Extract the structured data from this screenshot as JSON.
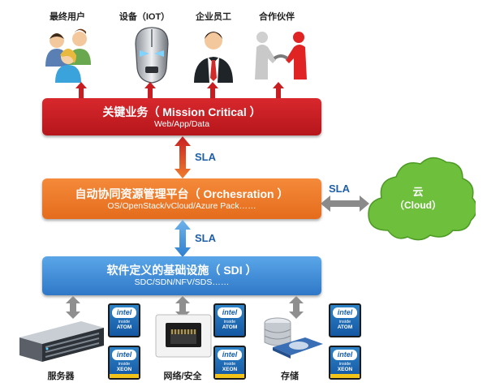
{
  "top_labels": {
    "end_user": "最终用户",
    "device": "设备（IOT）",
    "staff": "企业员工",
    "partner": "合作伙伴"
  },
  "mission": {
    "title": "关键业务（ Mission Critical ）",
    "subtitle": "Web/App/Data",
    "color": "#c81e22"
  },
  "orchestration": {
    "title": "自动协同资源管理平台（ Orchesration ）",
    "subtitle": "OS/OpenStack/vCloud/Azure Pack……",
    "color": "#ee7b2b"
  },
  "sdi": {
    "title": "软件定义的基础设施（ SDI ）",
    "subtitle": "SDC/SDN/NFV/SDS……",
    "color": "#3e8ed6"
  },
  "sla": {
    "upper": "SLA",
    "lower": "SLA",
    "cloud": "SLA"
  },
  "cloud": {
    "line1": "云",
    "line2": "（Cloud）",
    "color": "#6dbf3c"
  },
  "bottom_labels": {
    "server": "服务器",
    "network": "网络/安全",
    "storage": "存储"
  },
  "chips": {
    "brand": "intel",
    "inside": "inside",
    "atom": "ATOM",
    "xeon": "XEON"
  }
}
